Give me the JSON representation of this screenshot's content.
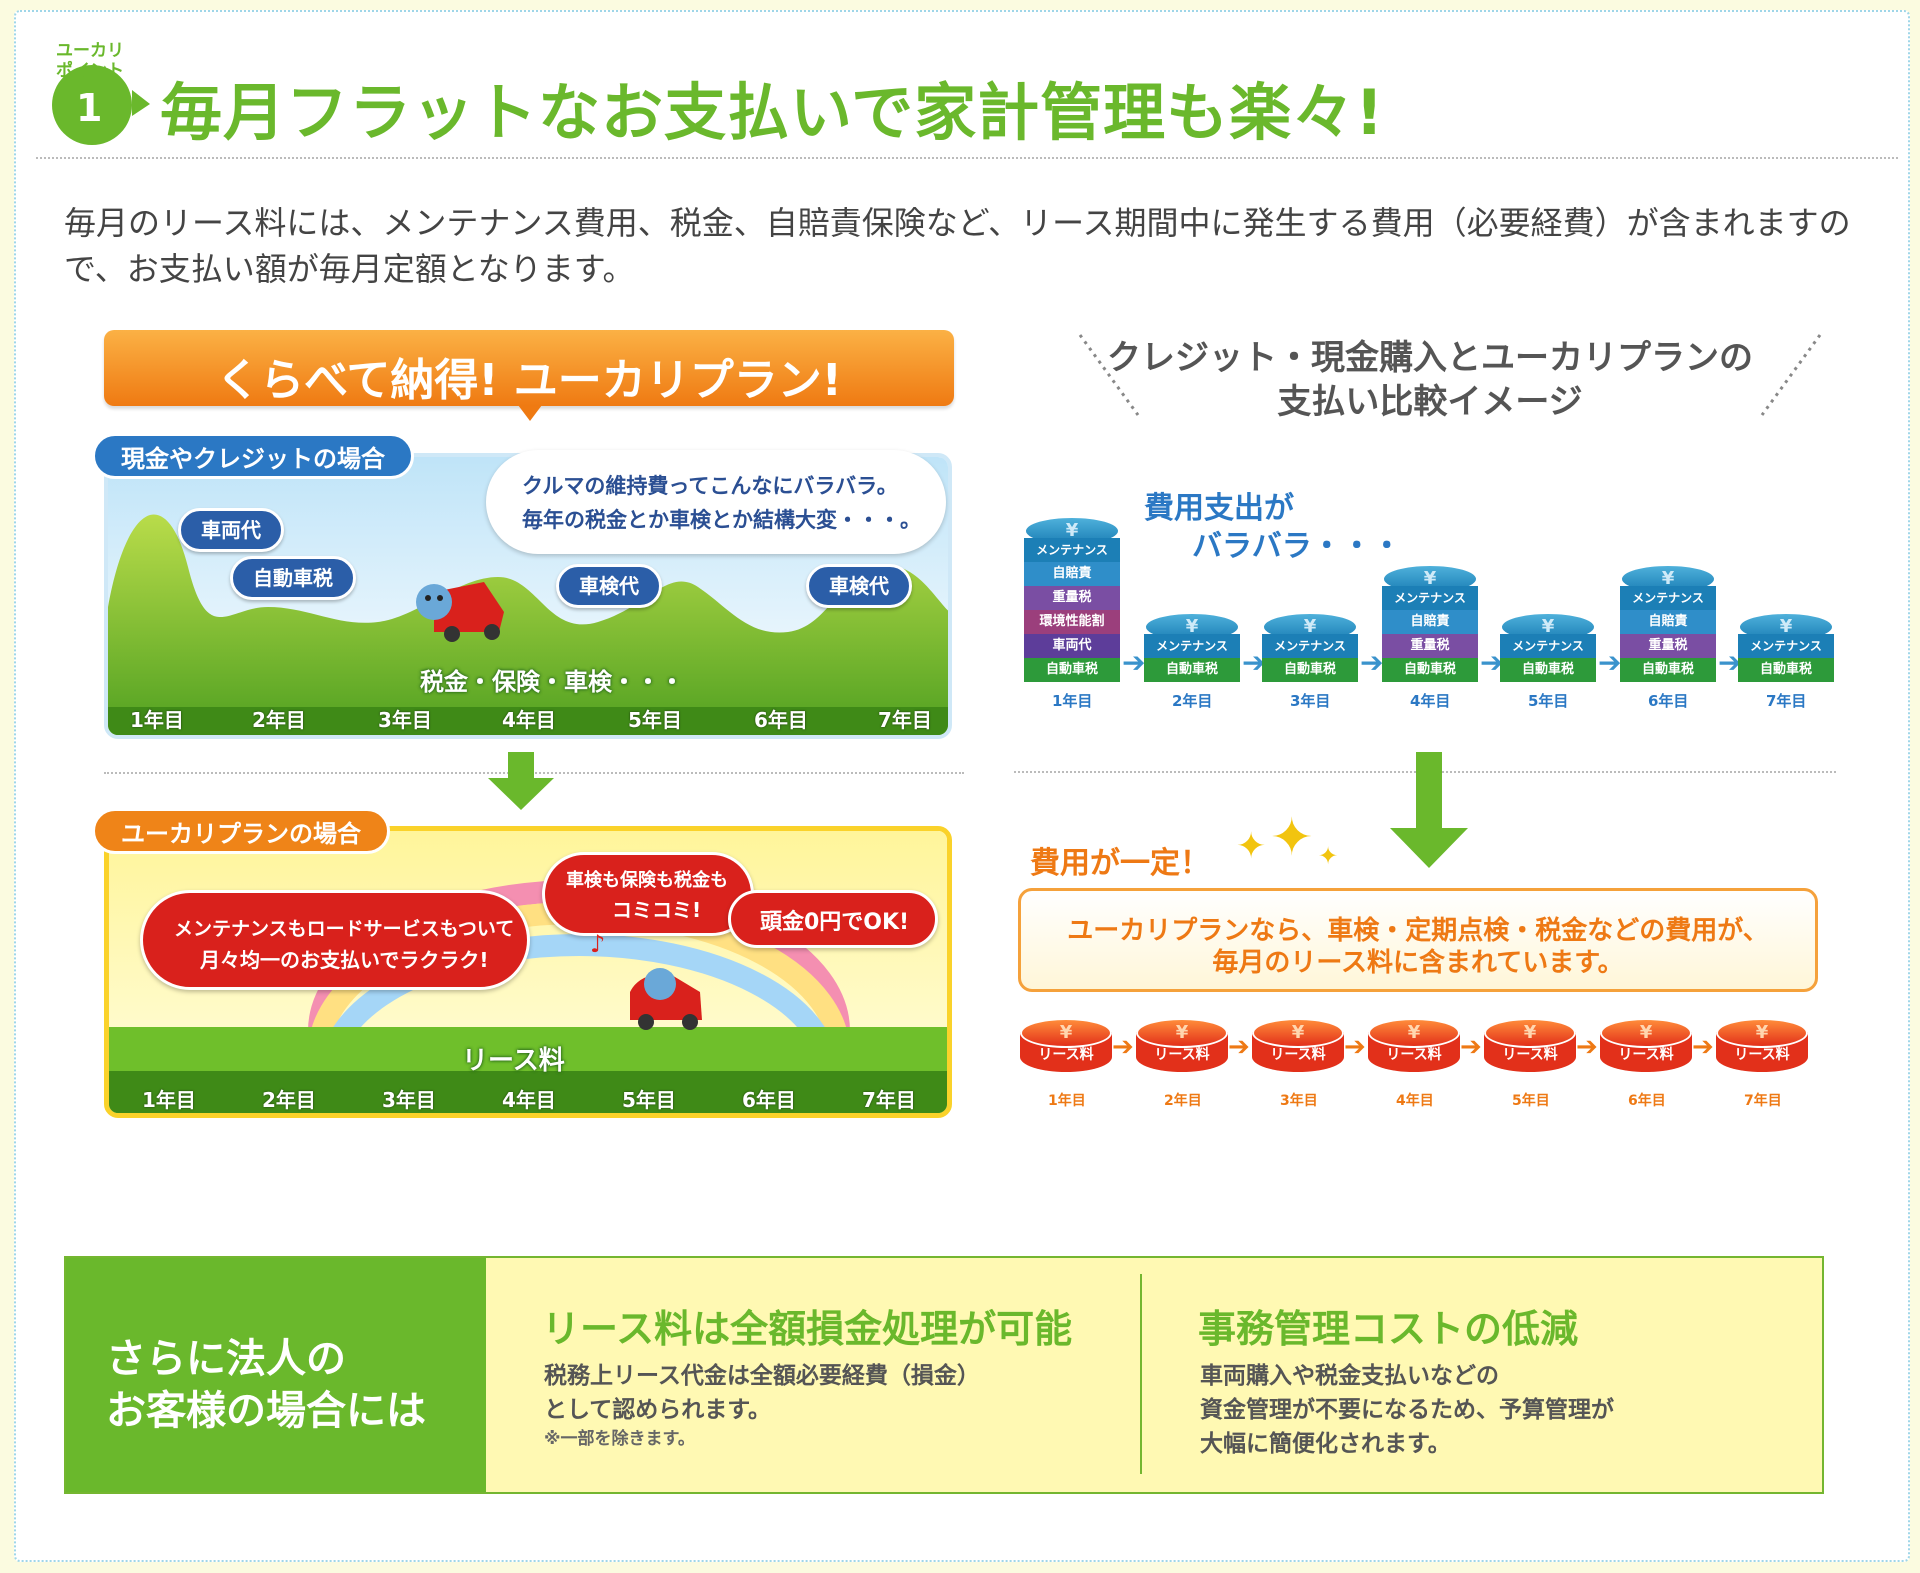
{
  "header": {
    "badge_small": "ユーカリ",
    "badge_small2": "ポイント",
    "badge_num": "1",
    "title": "毎月フラットなお支払いで家計管理も楽々!"
  },
  "intro": {
    "line1": "毎月のリース料には、メンテナンス費用、税金、自賠責保険など、リース期間中に発生する費用（必要経費）が含まれますの",
    "line2": "で、お支払い額が毎月定額となります。"
  },
  "comparison": {
    "banner": "くらべて納得! ユーカリプラン!",
    "cash": {
      "tab": "現金やクレジットの場合",
      "thought1": "クルマの維持費ってこんなにバラバラ。",
      "thought2": "毎年の税金とか車検とか結構大変・・・。",
      "pills": [
        "車両代",
        "自動車税",
        "車検代",
        "車検代"
      ],
      "fees": "税金・保険・車検・・・",
      "years": [
        "1年目",
        "2年目",
        "3年目",
        "4年目",
        "5年目",
        "6年目",
        "7年目"
      ]
    },
    "yukari": {
      "tab": "ユーカリプランの場合",
      "bubble1a": "メンテナンスもロードサービスもついて",
      "bubble1b": "月々均一のお支払いでラクラク!",
      "bubble2a": "車検も保険も税金も",
      "bubble2b": "コミコミ!",
      "bubble3": "頭金0円でOK!",
      "lease": "リース料",
      "years": [
        "1年目",
        "2年目",
        "3年目",
        "4年目",
        "5年目",
        "6年目",
        "7年目"
      ]
    }
  },
  "right": {
    "title1": "クレジット・現金購入とユーカリプランの",
    "title2": "支払い比較イメージ",
    "bara1": "費用支出が",
    "bara2": "バラバラ・・・",
    "stacks": [
      [
        "メンテナンス",
        "自賠責",
        "重量税",
        "環境性能割",
        "車両代",
        "自動車税"
      ],
      [
        "メンテナンス",
        "自動車税"
      ],
      [
        "メンテナンス",
        "自動車税"
      ],
      [
        "メンテナンス",
        "自賠責",
        "重量税",
        "自動車税"
      ],
      [
        "メンテナンス",
        "自動車税"
      ],
      [
        "メンテナンス",
        "自賠責",
        "重量税",
        "自動車税"
      ],
      [
        "メンテナンス",
        "自動車税"
      ]
    ],
    "years": [
      "1年目",
      "2年目",
      "3年目",
      "4年目",
      "5年目",
      "6年目",
      "7年目"
    ],
    "flat": "費用が一定！",
    "inc1": "ユーカリプランなら、車検・定期点検・税金などの費用が、",
    "inc2": "毎月のリース料に含まれています。",
    "lease_coin": "リース料",
    "lease_years": [
      "1年目",
      "2年目",
      "3年目",
      "4年目",
      "5年目",
      "6年目",
      "7年目"
    ]
  },
  "corporate": {
    "left1": "さらに法人の",
    "left2": "お客様の場合には",
    "c1_title": "リース料は全額損金処理が可能",
    "c1_b1": "税務上リース代金は全額必要経費（損金）",
    "c1_b2": "として認められます。",
    "c1_note": "※一部を除きます。",
    "c2_title": "事務管理コストの低減",
    "c2_b1": "車両購入や税金支払いなどの",
    "c2_b2": "資金管理が不要になるため、予算管理が",
    "c2_b3": "大幅に簡便化されます。"
  },
  "colors": {
    "green": "#6ab82c",
    "orange": "#ee7914",
    "blue": "#2b78c4",
    "red": "#d9211c"
  }
}
